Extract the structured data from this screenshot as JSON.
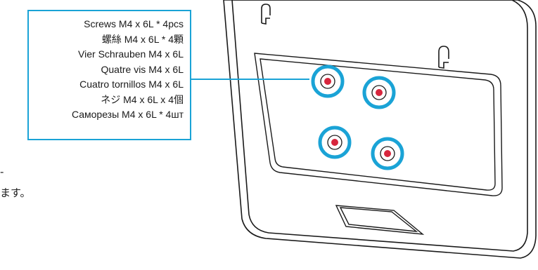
{
  "callout": {
    "lines": [
      "Screws M4 x 6L * 4pcs",
      "螺絲 M4 x 6L * 4顆",
      "Vier Schrauben M4 x 6L",
      "Quatre vis M4 x 6L",
      "Cuatro tornillos M4 x 6L",
      "ネジ M4 x 6L x 4個",
      "Саморезы M4 x 6L * 4шт"
    ]
  },
  "cropped_text": {
    "line1": "-",
    "line2": "ます。"
  },
  "colors": {
    "callout_border": "#1aa3d6",
    "highlight_ring": "#1aa3d6",
    "screw_hole": "#d7263d",
    "outline": "#1a1a1a",
    "background": "#ffffff"
  },
  "icons": [
    "hang-hook-icon",
    "screw-hole-icon"
  ]
}
